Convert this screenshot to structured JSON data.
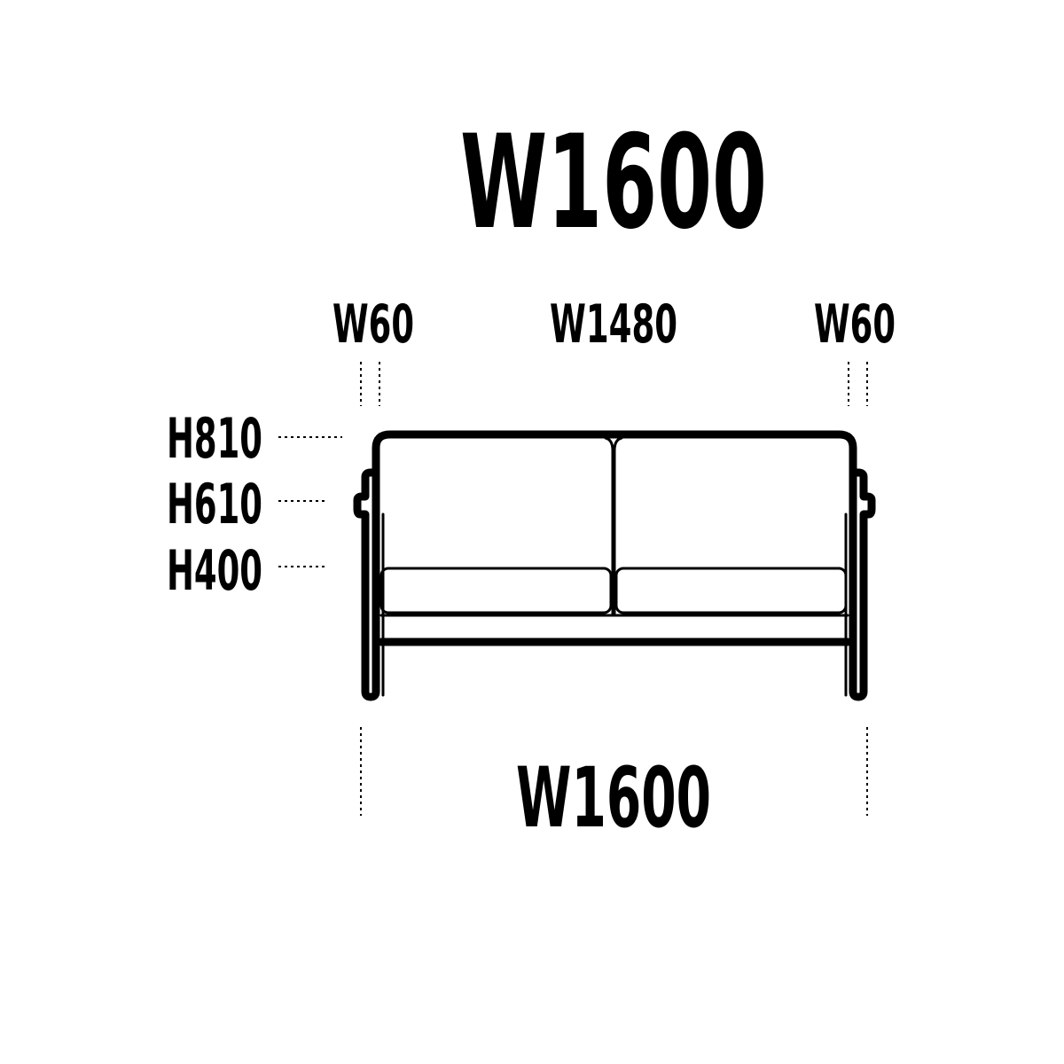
{
  "dimensions": {
    "total_width_top": "W1600",
    "arm_left": "W60",
    "seat_width": "W1480",
    "arm_right": "W60",
    "height_back": "H810",
    "height_arm": "H610",
    "height_seat": "H400",
    "total_width_bottom": "W1600"
  },
  "colors": {
    "line": "#000000",
    "background": "#ffffff"
  }
}
